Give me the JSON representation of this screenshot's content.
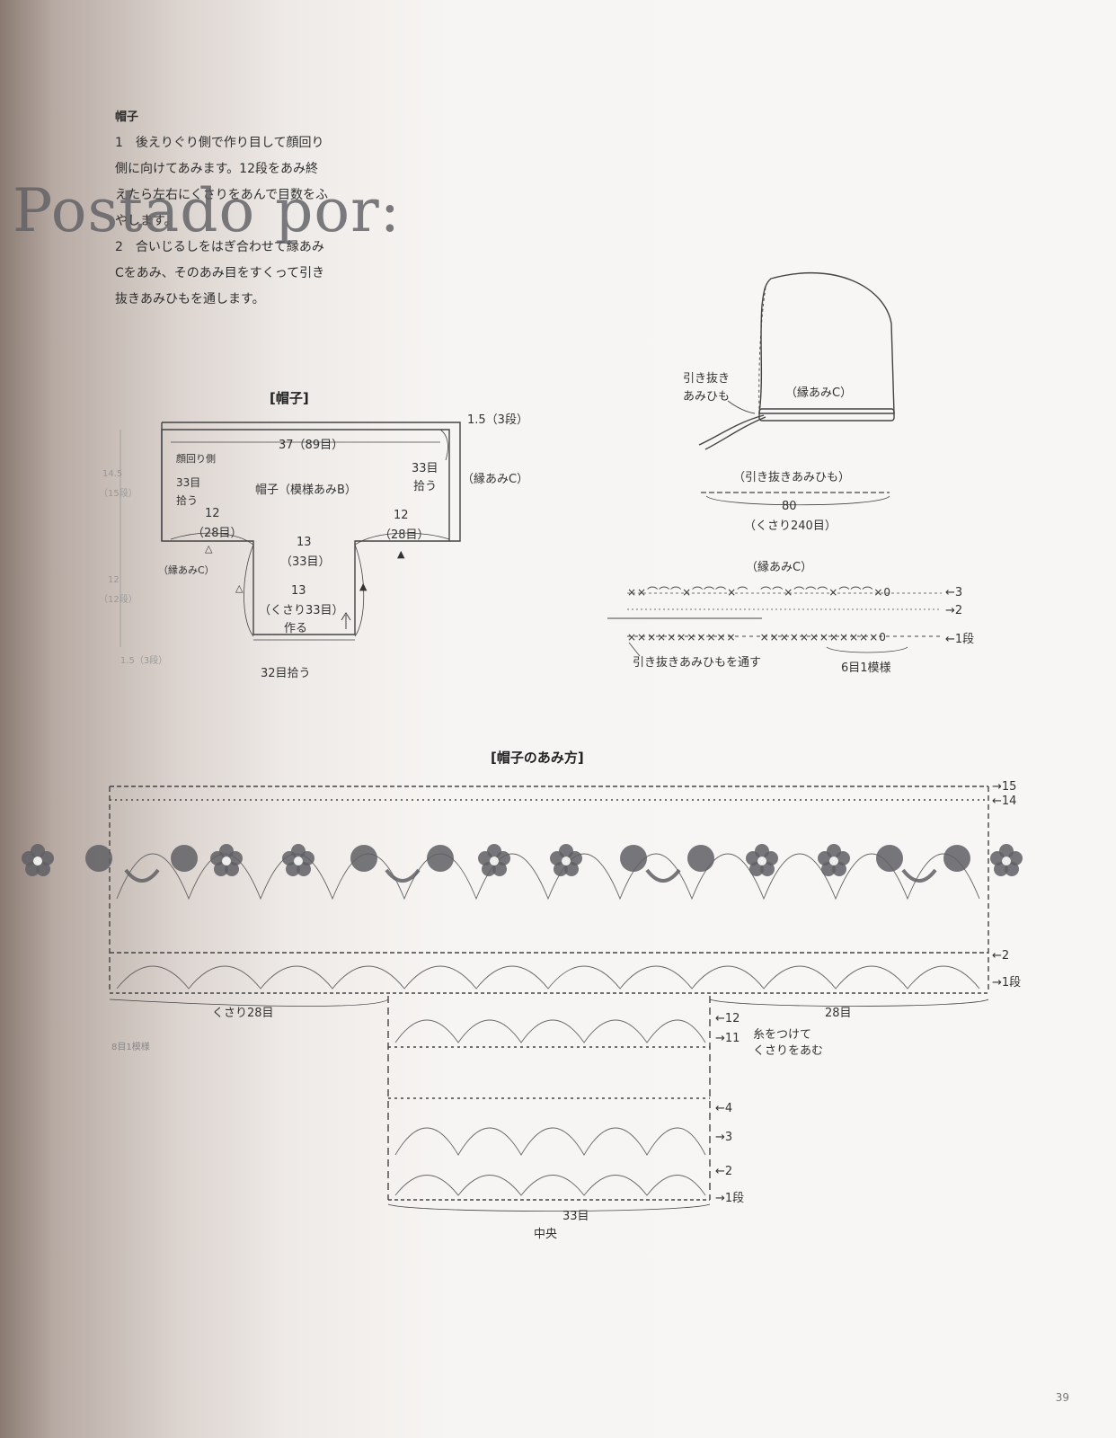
{
  "instructions": {
    "heading": "帽子",
    "lines": [
      "1　後えりぐり側で作り目して顔回り",
      "側に向けてあみます。12段をあみ終",
      "えたら左右にくさりをあんで目数をふ",
      "やします。",
      "2　合いじるしをはぎ合わせて縁あみ",
      "Cをあみ、そのあみ目をすくって引き",
      "抜きあみひもを通します。"
    ]
  },
  "watermark": "Postado por:",
  "schematic": {
    "title": "[帽子]",
    "top_width": "37（89目）",
    "edge_rows": "1.5（3段）",
    "face_edge": "顔回り側",
    "pickup_left_a": "33目",
    "pickup_left_b": "拾う",
    "body_label": "帽子（模様あみB）",
    "pickup_right_a": "33目",
    "pickup_right_b": "拾う",
    "edge_c_right": "（縁あみC）",
    "edge_c_left": "（縁あみC）",
    "left_12": "12",
    "left_28": "（28目）",
    "right_12": "12",
    "right_28": "（28目）",
    "mid_13": "13",
    "mid_33": "（33目）",
    "bot_13": "13",
    "bot_chain": "（くさり33目）",
    "bot_make": "作る",
    "bot_pickup": "32目拾う",
    "side_h1": "14.5",
    "side_h1b": "（15段）",
    "side_h2": "12",
    "side_h2b": "（12段）",
    "side_h3": "1.5（3段）"
  },
  "bonnet": {
    "tie_label_a": "引き抜き",
    "tie_label_b": "あみひも",
    "edge_label": "（縁あみC）",
    "cord_title": "（引き抜きあみひも）",
    "cord_len": "80",
    "cord_chain": "（くさり240目）"
  },
  "edge_c_chart": {
    "title": "（縁あみC）",
    "row3": "←3",
    "row2": "→2",
    "row1": "←1段",
    "note_left": "引き抜きあみひもを通す",
    "note_right": "6目1模様"
  },
  "main_chart": {
    "title": "[帽子のあみ方]",
    "row15": "→15",
    "row14": "←14",
    "row2": "←2",
    "row1": "→1段",
    "left_chain": "くさり28目",
    "right_28": "28目",
    "repeat_note": "8目1模様",
    "row12": "←12",
    "row11": "→11",
    "attach_a": "糸をつけて",
    "attach_b": "くさりをあむ",
    "lrow4": "←4",
    "lrow3": "→3",
    "lrow2": "←2",
    "lrow1": "→1段",
    "bottom_count": "33目",
    "center": "中央"
  },
  "page_number": "39"
}
